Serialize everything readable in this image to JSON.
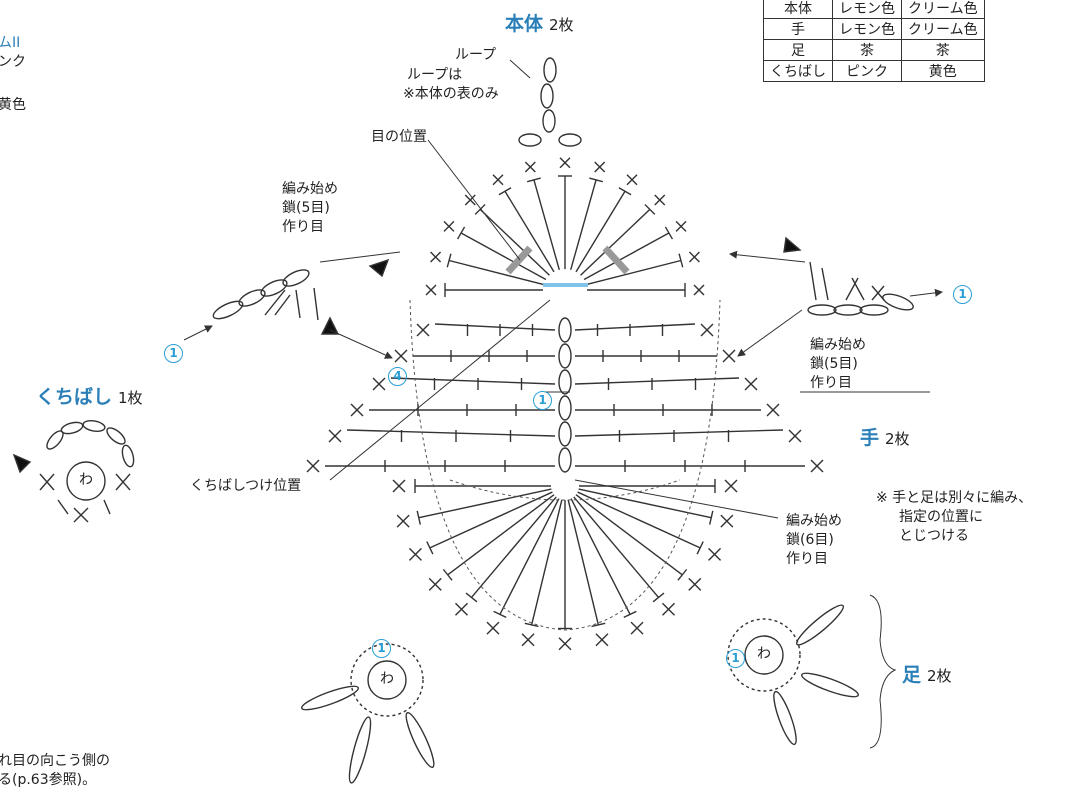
{
  "yarn_table": {
    "rows": [
      [
        "本体",
        "レモン色",
        "クリーム色"
      ],
      [
        "手",
        "レモン色",
        "クリーム色"
      ],
      [
        "足",
        "茶",
        "茶"
      ],
      [
        "くちばし",
        "ピンク",
        "黄色"
      ]
    ]
  },
  "left_edge": {
    "line1": "ムII",
    "line2": "ンク",
    "line3": "黄色"
  },
  "body": {
    "title": "本体",
    "count": "2枚"
  },
  "loop": {
    "label": "ループ",
    "note1": "ループは",
    "note2": "※本体の表のみ"
  },
  "eye_position": "目の位置",
  "beak_position": "くちばしつけ位置",
  "hand_start_left": {
    "line1": "編み始め",
    "line2": "鎖(5目)",
    "line3": "作り目"
  },
  "hand_start_right": {
    "line1": "編み始め",
    "line2": "鎖(5目)",
    "line3": "作り目"
  },
  "body_start": {
    "line1": "編み始め",
    "line2": "鎖(6目)",
    "line3": "作り目"
  },
  "hand": {
    "title": "手",
    "count": "2枚"
  },
  "beak": {
    "title": "くちばし",
    "count": "1枚"
  },
  "foot": {
    "title": "足",
    "count": "2枚"
  },
  "note": {
    "line1": "※ 手と足は別々に編み、",
    "line2": "指定の位置に",
    "line3": "とじつける"
  },
  "bottom_note": {
    "line1": "れ目の向こう側の",
    "line2": "る(p.63参照)。"
  },
  "ring_label": "わ",
  "markers": {
    "one": "1",
    "four": "4"
  }
}
